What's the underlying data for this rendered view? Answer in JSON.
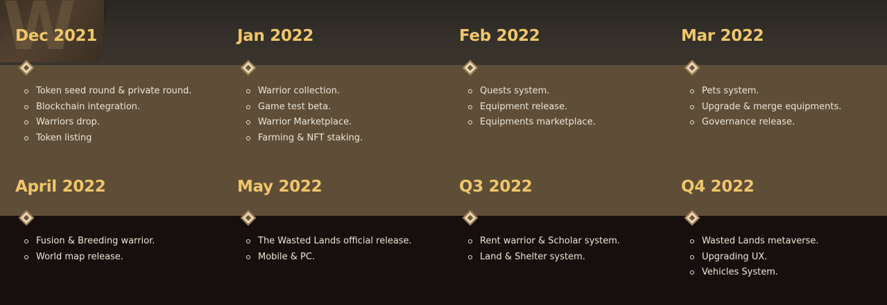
{
  "logo": {
    "letter": "W"
  },
  "roadmap": [
    {
      "period": "Dec 2021",
      "items": [
        "Token seed round & private round.",
        "Blockchain integration.",
        "Warriors drop.",
        "Token listing"
      ]
    },
    {
      "period": "Jan 2022",
      "items": [
        "Warrior collection.",
        "Game test beta.",
        "Warrior Marketplace.",
        "Farming & NFT staking."
      ]
    },
    {
      "period": "Feb 2022",
      "items": [
        "Quests system.",
        "Equipment release.",
        "Equipments marketplace."
      ]
    },
    {
      "period": "Mar 2022",
      "items": [
        "Pets system.",
        "Upgrade & merge equipments.",
        "Governance release."
      ]
    },
    {
      "period": "April 2022",
      "items": [
        "Fusion & Breeding warrior.",
        "World map release."
      ]
    },
    {
      "period": "May 2022",
      "items": [
        "The Wasted Lands official release.",
        "Mobile & PC."
      ]
    },
    {
      "period": "Q3 2022",
      "items": [
        "Rent warrior & Scholar system.",
        "Land & Shelter system."
      ]
    },
    {
      "period": "Q4 2022",
      "items": [
        "Wasted Lands metaverse.",
        "Upgrading UX.",
        "Vehicles System."
      ]
    }
  ],
  "colors": {
    "heading": "#efc66a",
    "text": "#ebe4d6",
    "band": "#5e4e38",
    "bottom": "#170f0d"
  }
}
